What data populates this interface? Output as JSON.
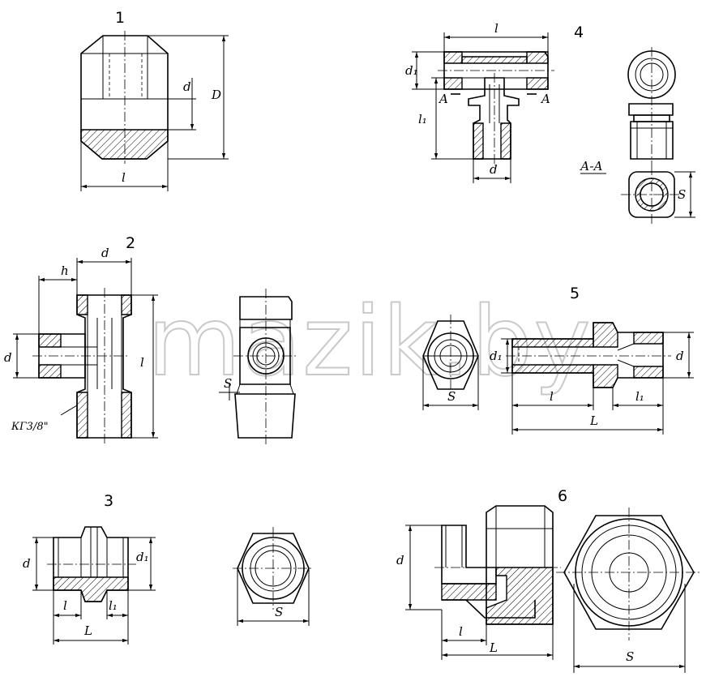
{
  "figure_numbers": [
    "1",
    "2",
    "3",
    "4",
    "5",
    "6"
  ],
  "watermark": "mazik.by",
  "labels": {
    "fig1": {
      "d": "d",
      "D": "D",
      "l": "l"
    },
    "fig2": {
      "d_top": "d",
      "h": "h",
      "d_left": "d",
      "l": "l",
      "s": "S",
      "thread": "КГ3/8\""
    },
    "fig3": {
      "d": "d",
      "d1": "d₁",
      "l": "l",
      "l1": "l₁",
      "L": "L",
      "s": "S"
    },
    "fig4": {
      "l": "l",
      "d1": "d₁",
      "A_left": "A",
      "A_right": "A",
      "l1": "l₁",
      "d": "d",
      "section": "А-А",
      "s": "S"
    },
    "fig5": {
      "s": "S",
      "d1": "d₁",
      "d": "d",
      "l": "l",
      "l1": "l₁",
      "L": "L"
    },
    "fig6": {
      "d": "d",
      "l": "l",
      "L": "L",
      "s": "S"
    }
  }
}
